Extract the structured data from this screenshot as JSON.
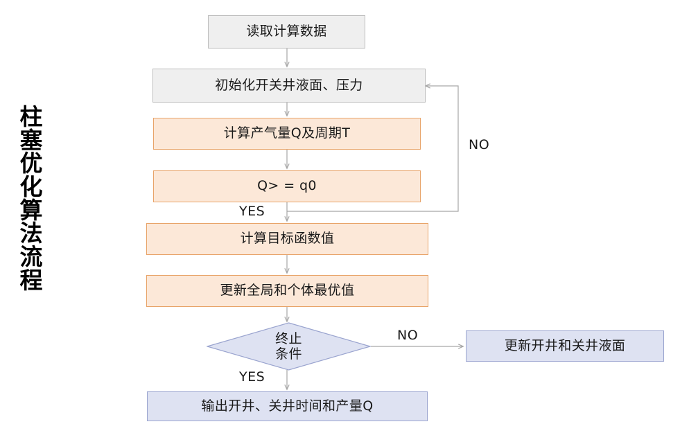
{
  "title": {
    "vertical_text": "柱塞优化算法流程"
  },
  "palette": {
    "grey_fill": "#efefef",
    "grey_stroke": "#bdbdbd",
    "peach_fill": "#fce8d8",
    "peach_stroke": "#e8a368",
    "blue_fill": "#dee2f2",
    "blue_stroke": "#9aa4cf",
    "connector": "#a6a6a6",
    "text": "#1a1a1a"
  },
  "nodes": {
    "read_data": "读取计算数据",
    "init": "初始化开关井液面、压力",
    "calc_q_t": "计算产气量Q及周期T",
    "condition_q": "Q> = q0",
    "objective": "计算目标函数值",
    "update_best": "更新全局和个体最优值",
    "terminate_line1": "终止",
    "terminate_line2": "条件",
    "update_levels": "更新开井和关井液面",
    "output": "输出开井、关井时间和产量Q"
  },
  "edge_labels": {
    "loop_no": "NO",
    "q_yes": "YES",
    "terminate_no": "NO",
    "terminate_yes": "YES"
  }
}
